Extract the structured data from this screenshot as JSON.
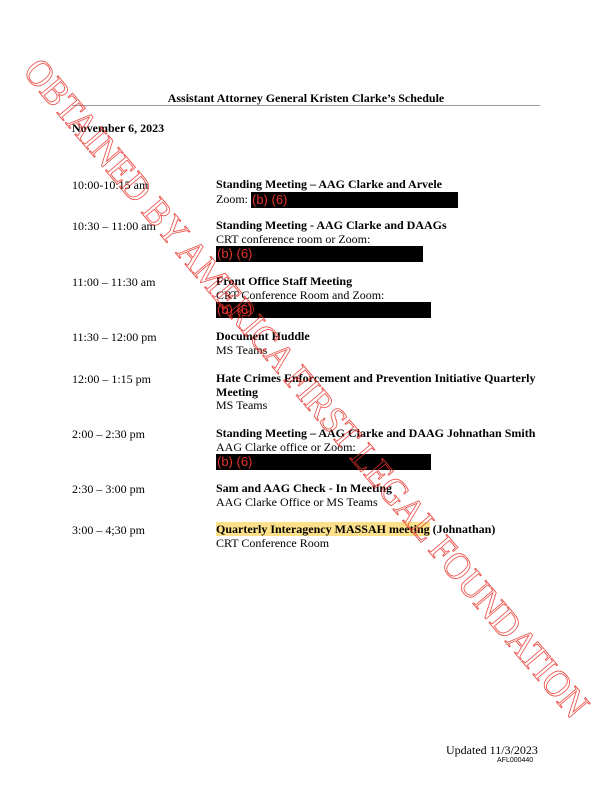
{
  "title": "Assistant Attorney General Kristen Clarke’s Schedule",
  "date": "November 6, 2023",
  "redaction_label": "(b) (6)",
  "entries": [
    {
      "time": "10:00-10:15 am",
      "title": "Standing Meeting – AAG Clarke and Arvele",
      "location": "Zoom:"
    },
    {
      "time": "10:30 – 11:00 am",
      "title": "Standing Meeting - AAG Clarke and DAAGs",
      "location": "CRT conference room or Zoom:"
    },
    {
      "time": "11:00 – 11:30 am",
      "title": "Front Office Staff Meeting",
      "location": "CRT Conference Room and Zoom:"
    },
    {
      "time": "11:30 – 12:00 pm",
      "title": "Document Huddle",
      "location": "MS Teams"
    },
    {
      "time": "12:00 – 1:15 pm",
      "title": "Hate Crimes Enforcement and Prevention Initiative Quarterly Meeting",
      "location": "MS Teams"
    },
    {
      "time": "2:00 – 2:30 pm",
      "title": "Standing Meeting – AAG Clarke and DAAG Johnathan Smith",
      "location": "AAG Clarke office or Zoom:"
    },
    {
      "time": "2:30 – 3:00 pm",
      "title": "Sam and AAG Check - In Meeting",
      "location": "AAG Clarke Office or MS Teams"
    },
    {
      "time": "3:00 – 4;30 pm",
      "title_highlighted": "Quarterly Interagency MASSAH meeting",
      "title_rest": " (Johnathan)",
      "location": "CRT Conference Room"
    }
  ],
  "footer": {
    "updated": "Updated 11/3/2023",
    "bates": "AFL000440"
  },
  "watermark": "OBTAINED BY AMERICA FIRST LEGAL FOUNDATION",
  "colors": {
    "redaction_text": "#e8322a",
    "highlight": "#fde08a",
    "watermark": "#e8322a"
  }
}
